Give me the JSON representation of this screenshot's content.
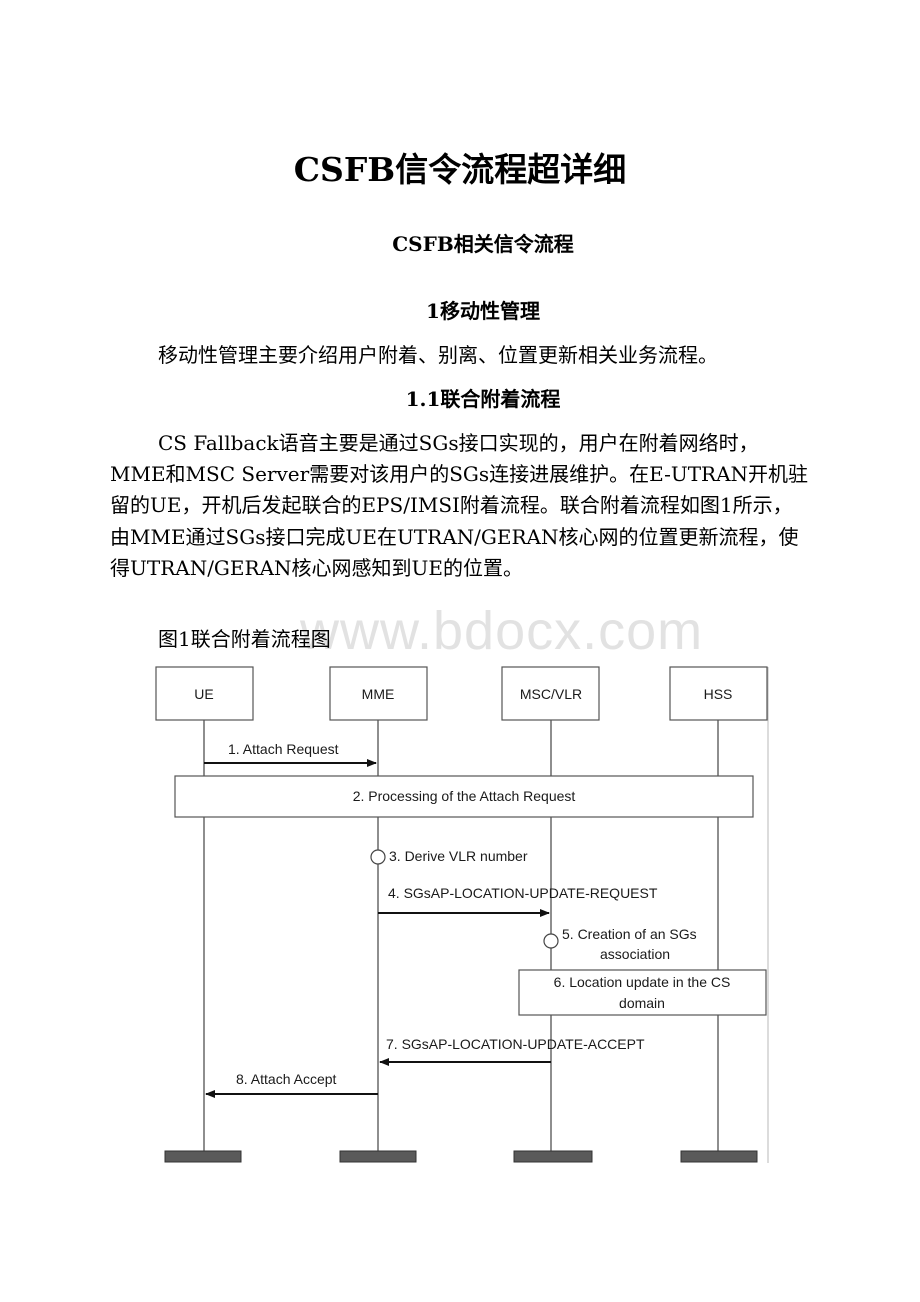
{
  "document": {
    "title": "CSFB信令流程超详细",
    "section_title": "CSFB相关信令流程",
    "heading_1": "1移动性管理",
    "intro": "移动性管理主要介绍用户附着、别离、位置更新相关业务流程。",
    "heading_1_1": "1.1联合附着流程",
    "body": "CS Fallback语音主要是通过SGs接口实现的，用户在附着网络时，MME和MSC Server需要对该用户的SGs连接进展维护。在E-UTRAN开机驻留的UE，开机后发起联合的EPS/IMSI附着流程。联合附着流程如图1所示，由MME通过SGs接口完成UE在UTRAN/GERAN核心网的位置更新流程，使得UTRAN/GERAN核心网感知到UE的位置。",
    "figure_caption": "图1联合附着流程图",
    "watermark": "www.bdocx.com"
  },
  "diagram": {
    "entities": [
      "UE",
      "MME",
      "MSC/VLR",
      "HSS"
    ],
    "steps": {
      "s1": "1. Attach Request",
      "s2": "2. Processing of the Attach Request",
      "s3": "3. Derive VLR number",
      "s4": "4. SGsAP-LOCATION-UPDATE-REQUEST",
      "s5_line1": "5. Creation of an SGs",
      "s5_line2": "association",
      "s6_line1": "6. Location update in the CS",
      "s6_line2": "domain",
      "s7": "7. SGsAP-LOCATION-UPDATE-ACCEPT",
      "s8": "8. Attach Accept"
    },
    "colors": {
      "line": "#333333",
      "box_border": "#555555",
      "footer_bar": "#555555"
    }
  }
}
